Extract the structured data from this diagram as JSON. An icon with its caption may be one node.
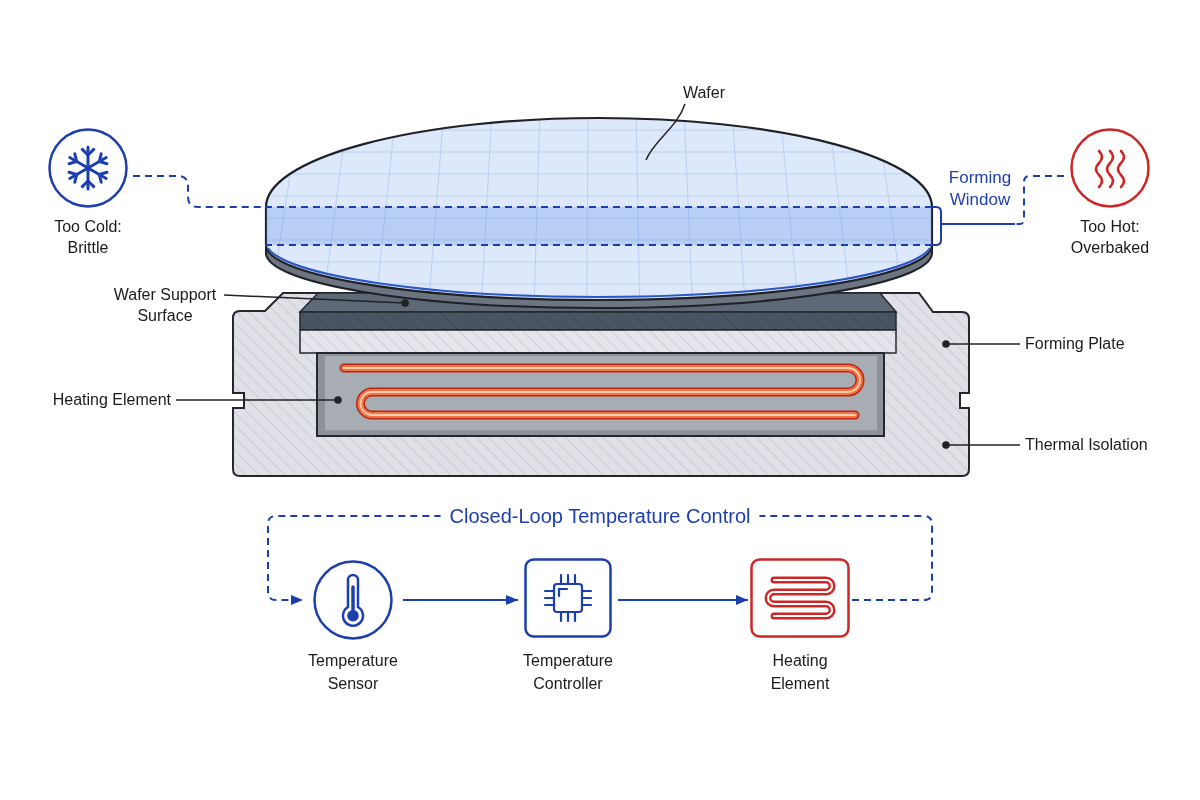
{
  "diagram": {
    "nodes": [
      {
        "text": [
          "Wafer"
        ]
      },
      {
        "text": [
          "Too Cold: Brittle"
        ]
      },
      {
        "text": [
          "Forming Window"
        ]
      },
      {
        "text": [
          "Too Hot: Overbaked"
        ]
      },
      {
        "text": [
          "Wafer Support Surface"
        ]
      },
      {
        "text": [
          "Forming Plate"
        ]
      },
      {
        "text": [
          "Heating Element"
        ]
      },
      {
        "text": [
          "Thermal Isolation"
        ]
      },
      {
        "text": [
          "Temperature Sensor"
        ]
      },
      {
        "text": [
          "Temperature Controller"
        ]
      },
      {
        "text": [
          "Heating Element"
        ]
      }
    ],
    "edges": [
      {
        "from": 0,
        "to": null,
        "arrow": "none"
      },
      {
        "from": 1,
        "to": 2,
        "arrow": "none",
        "style": "dashed",
        "color": "#1d3fae"
      },
      {
        "from": 3,
        "to": 2,
        "arrow": "none",
        "style": "dashed",
        "color": "#1d3fae"
      },
      {
        "from": 4,
        "to": null,
        "arrow": "other"
      },
      {
        "from": 5,
        "to": null,
        "arrow": "other"
      },
      {
        "from": 6,
        "to": null,
        "arrow": "other"
      },
      {
        "from": 7,
        "to": null,
        "arrow": "other"
      },
      {
        "from": 8,
        "to": 9,
        "arrow": "to",
        "color": "#1d3fae"
      },
      {
        "from": 9,
        "to": 10,
        "arrow": "to",
        "color": "#1d3fae"
      },
      {
        "from": 10,
        "to": 8,
        "arrow": "to",
        "style": "dashed",
        "color": "#1d3fae",
        "label": "Closed-Loop Temperature Control"
      }
    ]
  }
}
